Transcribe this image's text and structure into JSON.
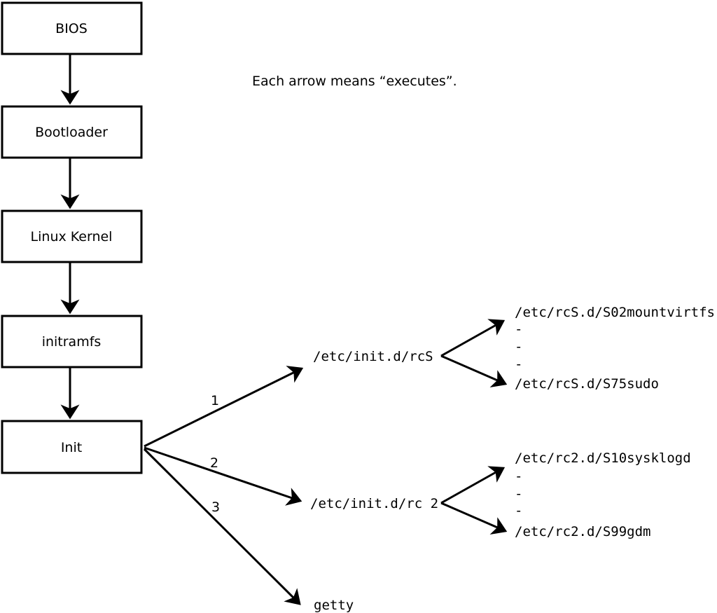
{
  "note": {
    "text": "Each arrow means “executes”."
  },
  "boxes": [
    {
      "label": "BIOS"
    },
    {
      "label": "Bootloader"
    },
    {
      "label": "Linux Kernel"
    },
    {
      "label": "initramfs"
    },
    {
      "label": "Init"
    }
  ],
  "branches": {
    "one": {
      "number": "1",
      "target": "/etc/init.d/rcS",
      "children": {
        "first": "/etc/rcS.d/S02mountvirtfs",
        "dots": [
          "-",
          "-",
          "-"
        ],
        "last": "/etc/rcS.d/S75sudo"
      }
    },
    "two": {
      "number": "2",
      "target": "/etc/init.d/rc 2",
      "children": {
        "first": "/etc/rc2.d/S10sysklogd",
        "dots": [
          "-",
          "-",
          "-"
        ],
        "last": "/etc/rc2.d/S99gdm"
      }
    },
    "three": {
      "number": "3",
      "target": "getty"
    }
  },
  "colors": {
    "line": "#000000",
    "background": "#ffffff",
    "box_fill": "#ffffff"
  }
}
